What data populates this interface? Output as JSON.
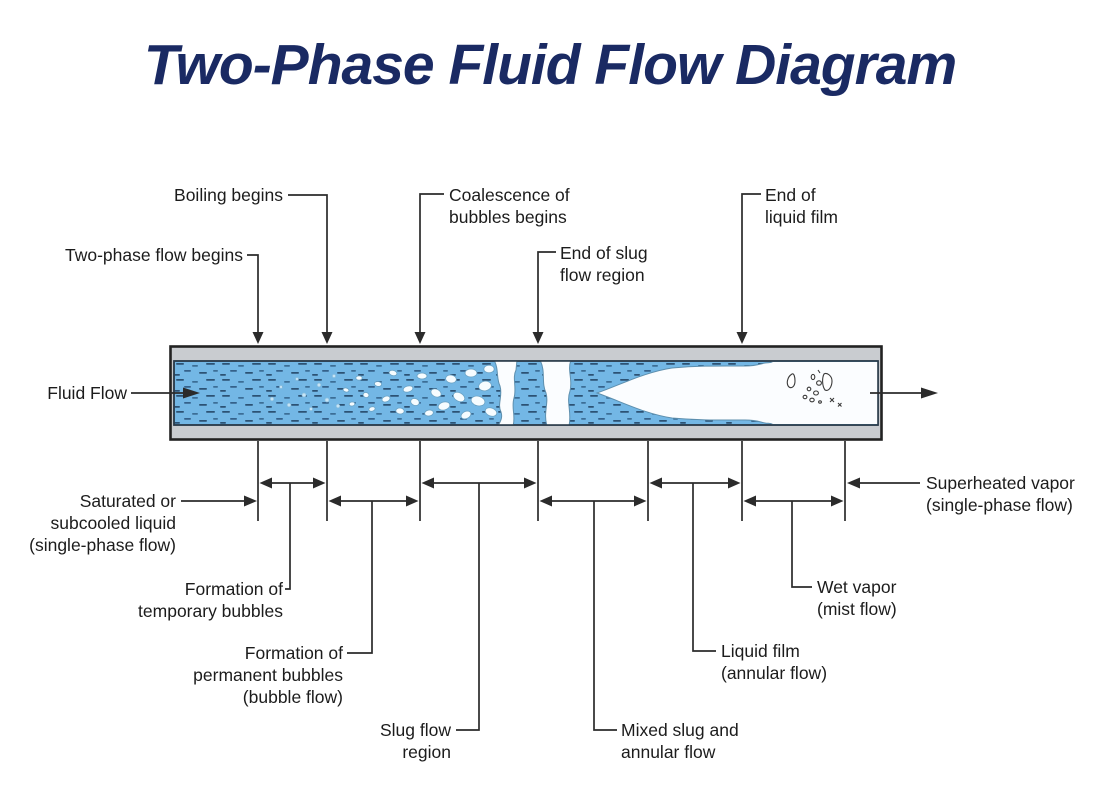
{
  "title": "Two-Phase Fluid Flow Diagram",
  "colors": {
    "title_text": "#1a2a63",
    "label_text": "#1c1c1c",
    "line": "#2b2b2b",
    "pipe_wall_gray": "#c9ccd0",
    "fluid_blue": "#73b7e5",
    "vapor_white": "#fbfdff",
    "dash_dark_blue": "#2c5274"
  },
  "diagram": {
    "inlet_label": "Fluid Flow",
    "top_callouts": [
      {
        "id": "two-phase-flow-begins",
        "label": "Two-phase flow begins"
      },
      {
        "id": "boiling-begins",
        "label": "Boiling begins"
      },
      {
        "id": "coalescence-begins",
        "label": "Coalescence of\nbubbles begins"
      },
      {
        "id": "end-of-slug-flow",
        "label": "End of slug\nflow region"
      },
      {
        "id": "end-of-liquid-film",
        "label": "End of\nliquid film"
      }
    ],
    "bottom_labels": [
      {
        "id": "saturated-liquid",
        "label": "Saturated or\nsubcooled liquid\n(single-phase flow)"
      },
      {
        "id": "formation-temporary-bubbles",
        "label": "Formation of\ntemporary bubbles"
      },
      {
        "id": "formation-permanent-bubbles",
        "label": "Formation of\npermanent bubbles\n(bubble flow)"
      },
      {
        "id": "slug-flow-region",
        "label": "Slug flow\nregion"
      },
      {
        "id": "mixed-slug-annular",
        "label": "Mixed slug and\nannular flow"
      },
      {
        "id": "liquid-film-annular",
        "label": "Liquid film\n(annular flow)"
      },
      {
        "id": "wet-vapor-mist",
        "label": "Wet vapor\n(mist flow)"
      },
      {
        "id": "superheated-vapor",
        "label": "Superheated vapor\n(single-phase flow)"
      }
    ]
  }
}
